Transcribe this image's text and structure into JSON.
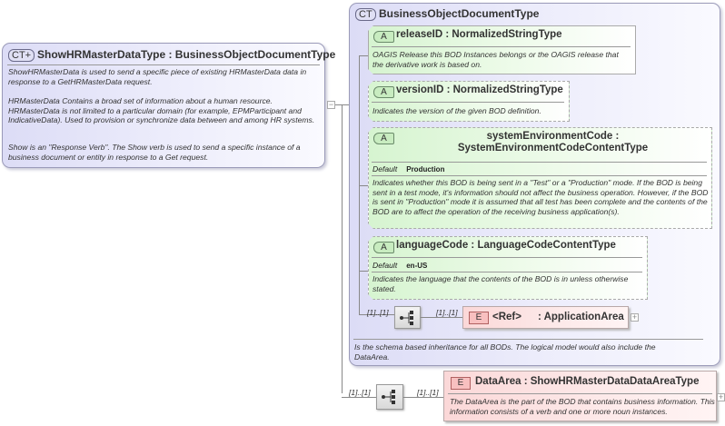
{
  "root": {
    "badge": "CT+",
    "title": "ShowHRMasterDataType : BusinessObjectDocumentType",
    "description": [
      "ShowHRMasterData is used to send a specific piece of existing HRMasterData data in response to a GetHRMasterData request.",
      "HRMasterData  Contains a broad set of information about a human resource. HRMasterData is not limited to a particular domain (for example, EPMParticipant and IndicativeData). Used to provision or synchronize data between and among HR systems.",
      "Show is an \"Response Verb\". The Show verb is used to send a specific instance of a business document or entity in response to a Get request."
    ],
    "toggle": "−"
  },
  "base": {
    "badge": "CT",
    "title": "BusinessObjectDocumentType",
    "attributes": [
      {
        "badge": "A",
        "title": "releaseID : NormalizedStringType",
        "description": "OAGIS Release this BOD Instances belongs or the OAGIS release that the derivative work is based on."
      },
      {
        "badge": "A",
        "title": "versionID : NormalizedStringType",
        "description": "Indicates the version of the given BOD definition."
      },
      {
        "badge": "A",
        "title": "systemEnvironmentCode : SystemEnvironmentCodeContentType",
        "default_label": "Default",
        "default_value": "Production",
        "description": "Indicates whether this BOD is being sent in a \"Test\" or a \"Production\" mode. If the BOD is being sent in a test mode, it's information should not affect the business operation. However, if the BOD is sent in \"Production\" mode it is assumed that all test has been complete and the contents of the BOD are to affect the operation of the receiving business application(s)."
      },
      {
        "badge": "A",
        "title": "languageCode : LanguageCodeContentType",
        "default_label": "Default",
        "default_value": "en-US",
        "description": "Indicates the language that the contents of the BOD is in unless otherwise stated."
      }
    ],
    "sequence": {
      "cardinality_in": "[1]..[1]",
      "cardinality_out": "[1]..[1]"
    },
    "element": {
      "badge": "E",
      "ref": "<Ref>",
      "title": ": ApplicationArea",
      "toggle": "+"
    },
    "description": "Is the schema based inheritance for all BODs. The logical model would also include the DataArea."
  },
  "data_area": {
    "sequence": {
      "cardinality_in": "[1]..[1]",
      "cardinality_out": "[1]..[1]"
    },
    "badge": "E",
    "title": "DataArea : ShowHRMasterDataDataAreaType",
    "description": "The DataArea is the part of the BOD that contains business information. This information consists of a verb and one or more noun instances.",
    "toggle": "+"
  }
}
